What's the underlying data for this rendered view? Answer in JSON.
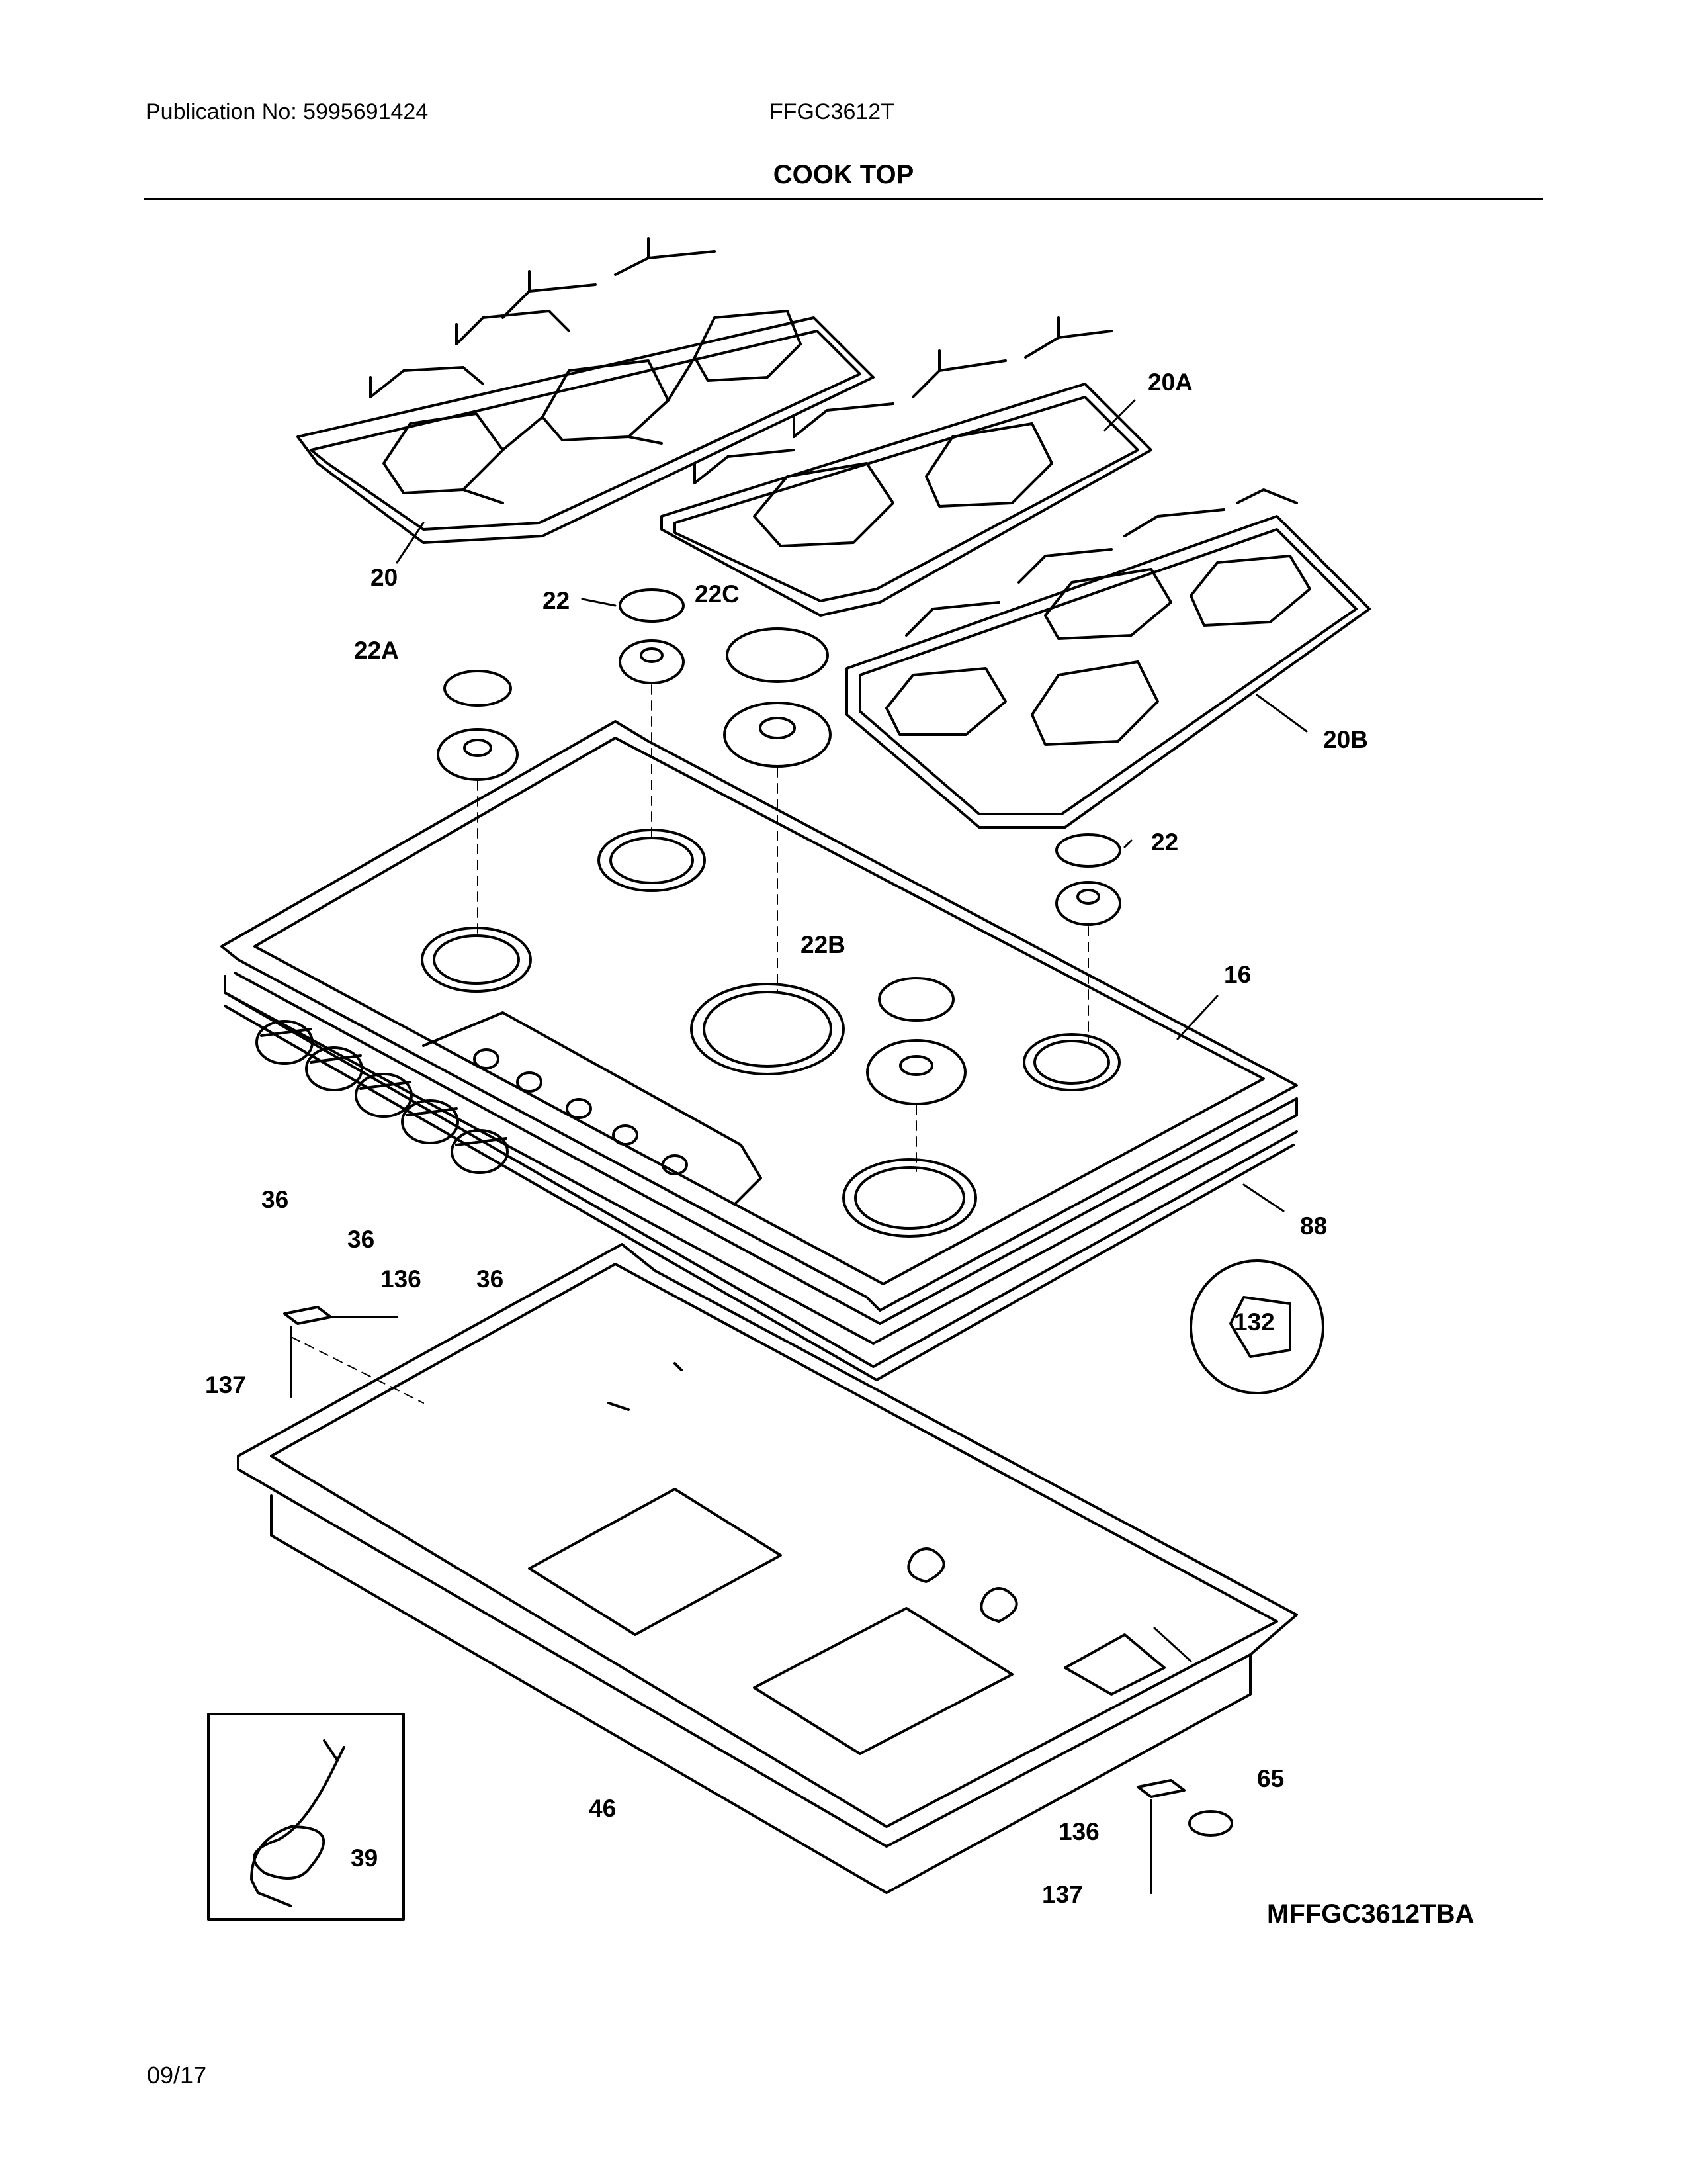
{
  "header": {
    "publication": "Publication No: 5995691424",
    "model": "FFGC3612T",
    "title": "COOK TOP"
  },
  "diagram": {
    "code": "MFFGC3612TBA",
    "callouts": {
      "grate_left": "20",
      "grate_mid": "20A",
      "grate_right": "20B",
      "cap_22_top": "22",
      "cap_22_right": "22",
      "cap_22a": "22A",
      "cap_22b": "22B",
      "cap_22c": "22C",
      "top_16": "16",
      "seal_88": "88",
      "knob_36_a": "36",
      "knob_36_b": "36",
      "knob_36_c": "36",
      "bracket_136_left": "136",
      "screw_137_left": "137",
      "bracket_136_right": "136",
      "screw_137_right": "137",
      "part_132": "132",
      "base_46": "46",
      "part_65": "65",
      "cord_39": "39"
    }
  },
  "footer": {
    "date": "09/17"
  }
}
